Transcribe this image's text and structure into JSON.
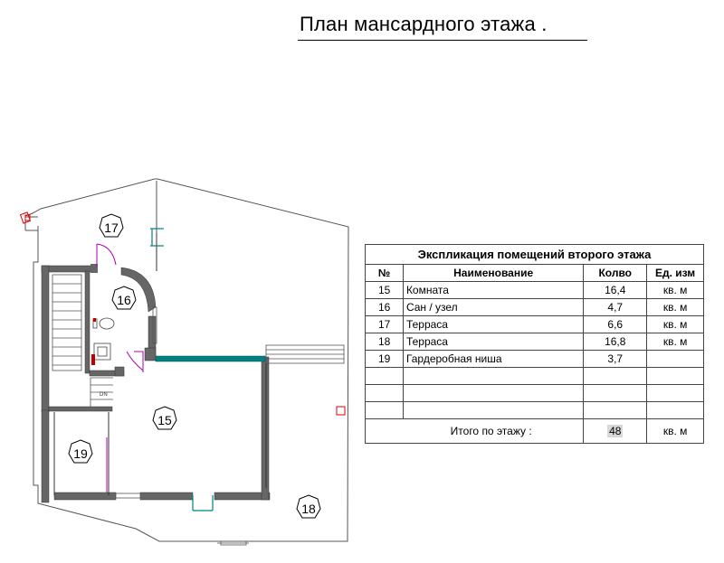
{
  "title": "План мансардного этажа .",
  "plan": {
    "rooms": [
      {
        "number": "15"
      },
      {
        "number": "16"
      },
      {
        "number": "17"
      },
      {
        "number": "18"
      },
      {
        "number": "19"
      }
    ],
    "stair_label": "DN",
    "colors": {
      "walls": "#666666",
      "glass": "#008080",
      "doors": "#b000b0",
      "marker": "#e00000"
    }
  },
  "table": {
    "caption": "Экспликация помещений второго этажа",
    "headers": [
      "№",
      "Наименование",
      "Колво",
      "Ед. изм"
    ],
    "rows": [
      {
        "num": "15",
        "name": "Комната",
        "qty": "16,4",
        "unit": "кв. м"
      },
      {
        "num": "16",
        "name": "Сан / узел",
        "qty": "4,7",
        "unit": "кв. м"
      },
      {
        "num": "17",
        "name": "Терраса",
        "qty": "6,6",
        "unit": "кв. м"
      },
      {
        "num": "18",
        "name": "Терраса",
        "qty": "16,8",
        "unit": "кв. м"
      },
      {
        "num": "19",
        "name": "Гардеробная ниша",
        "qty": "3,7",
        "unit": ""
      },
      {
        "num": "",
        "name": "",
        "qty": "",
        "unit": ""
      },
      {
        "num": "",
        "name": "",
        "qty": "",
        "unit": ""
      },
      {
        "num": "",
        "name": "",
        "qty": "",
        "unit": ""
      }
    ],
    "total": {
      "label": "Итого по этажу :",
      "value": "48",
      "unit": "кв. м"
    }
  }
}
